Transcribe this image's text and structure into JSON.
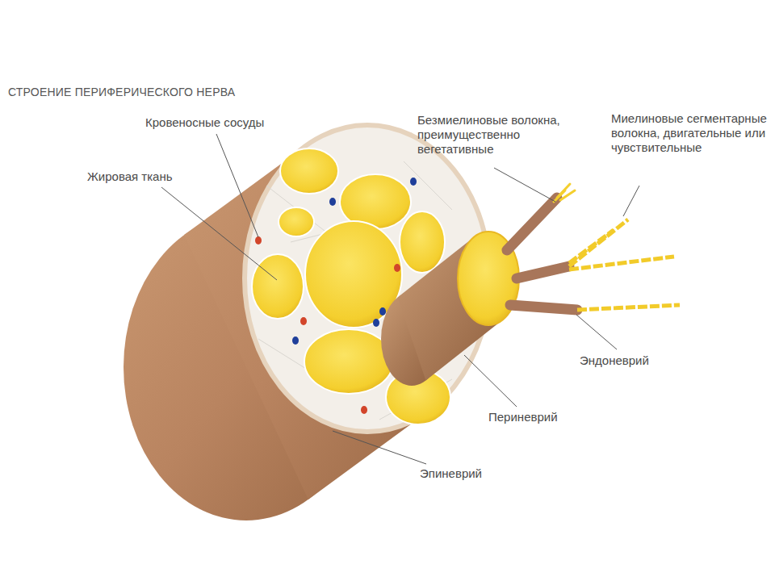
{
  "diagram": {
    "title": "СТРОЕНИЕ ПЕРИФЕРИЧЕСКОГО НЕРВА",
    "labels": [
      "Кровеносные сосуды",
      "Жировая ткань",
      "Безмиелиновые волокна, преимущественно вегетативные",
      "Миелиновые сегментарные волокна, двигательные или чувствительные",
      "Эндоневрий",
      "Периневрий",
      "Эпиневрий"
    ]
  }
}
